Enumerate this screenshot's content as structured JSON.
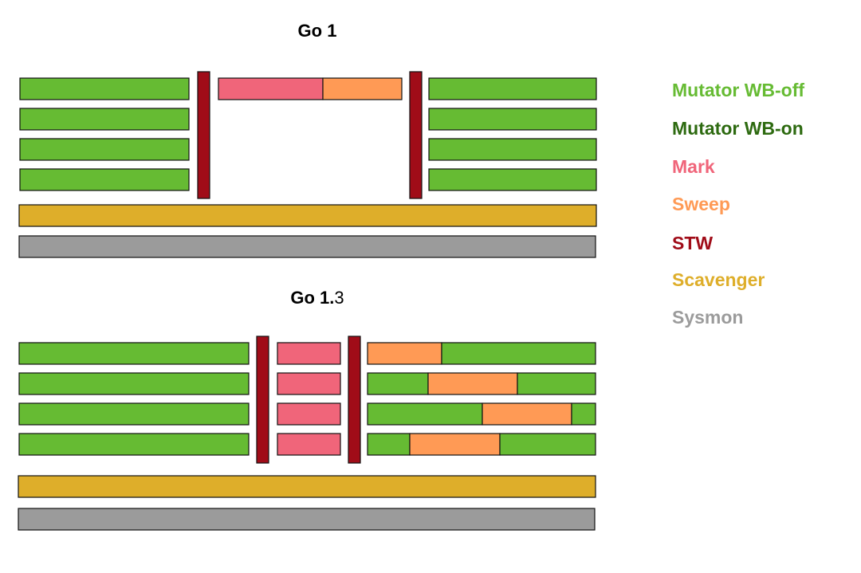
{
  "diagrams": [
    {
      "title_main": "Go 1",
      "title_suffix": ""
    },
    {
      "title_main": "Go 1.",
      "title_suffix": "3"
    }
  ],
  "legend": [
    {
      "key": "mutator_off",
      "label": "Mutator WB-off",
      "color": "#66bb33"
    },
    {
      "key": "mutator_on",
      "label": "Mutator WB-on",
      "color": "#2d6a10"
    },
    {
      "key": "mark",
      "label": "Mark",
      "color": "#f0657a"
    },
    {
      "key": "sweep",
      "label": "Sweep",
      "color": "#ff9a55"
    },
    {
      "key": "stw",
      "label": "STW",
      "color": "#a00c18"
    },
    {
      "key": "scavenger",
      "label": "Scavenger",
      "color": "#deae2a"
    },
    {
      "key": "sysmon",
      "label": "Sysmon",
      "color": "#9b9b9b"
    }
  ],
  "colors": {
    "mutator_off": "#66bb33",
    "mark": "#f0657a",
    "sweep": "#ff9a55",
    "stw": "#a00c18",
    "scavenger": "#deae2a",
    "sysmon": "#9b9b9b"
  }
}
